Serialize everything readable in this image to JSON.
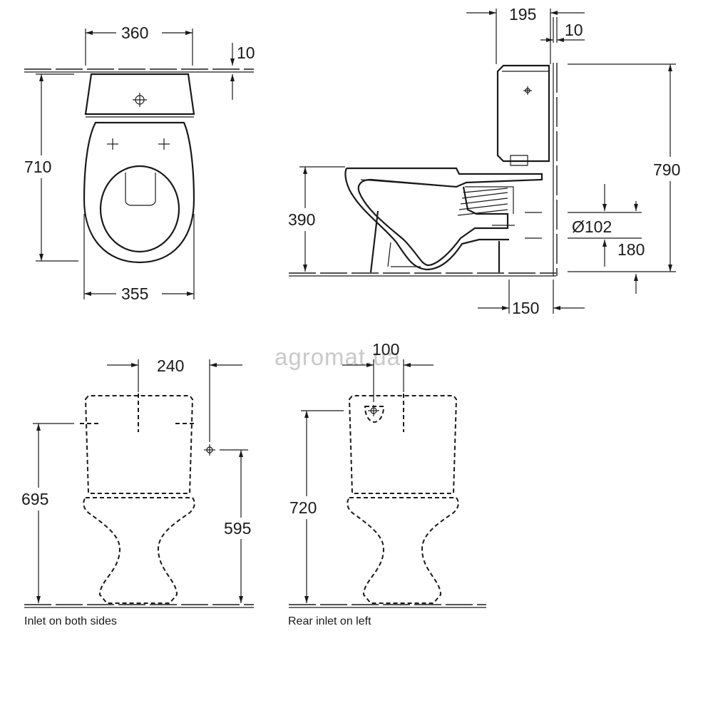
{
  "watermark": "agromat.ua",
  "top_view": {
    "width_top": "360",
    "width_bottom": "355",
    "depth": "710",
    "gap_top": "10"
  },
  "side_view": {
    "tank_offset": "195",
    "gap_wall": "10",
    "total_height": "790",
    "bowl_height": "390",
    "outlet_diameter": "Ø102",
    "outlet_height": "180",
    "outlet_distance": "150"
  },
  "front_view": {
    "inlet_spacing": "240",
    "height_left": "695",
    "height_inlet": "595",
    "caption": "Inlet on both sides"
  },
  "rear_view": {
    "inlet_offset": "100",
    "height": "720",
    "caption": "Rear inlet on left"
  }
}
